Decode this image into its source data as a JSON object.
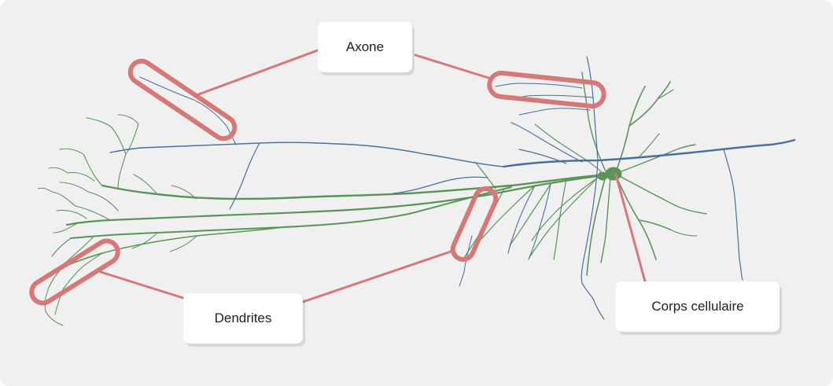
{
  "labels": {
    "axon": "Axone",
    "dendrites": "Dendrites",
    "cell_body": "Corps cellulaire"
  },
  "colors": {
    "background": "#f0f0f0",
    "axon": "#4a6f9e",
    "dendrite": "#5a9458",
    "cell_body": "#5a9458",
    "highlight": "#d77878",
    "label_box": "#ffffff"
  }
}
